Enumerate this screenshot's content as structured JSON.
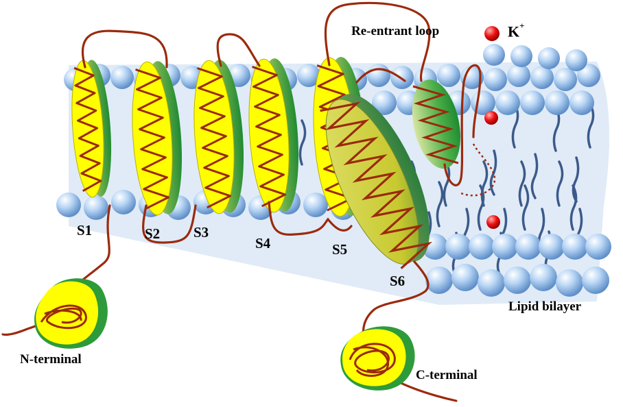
{
  "labels": {
    "segments": [
      "S1",
      "S2",
      "S3",
      "S4",
      "S5",
      "S6"
    ],
    "reentrant_loop": "Re-entrant loop",
    "ion": "K",
    "ion_charge": "+",
    "lipid_bilayer": "Lipid bilayer",
    "n_terminal": "N-terminal",
    "c_terminal": "C-terminal"
  },
  "colors": {
    "helix_front": "#ffff00",
    "helix_side": "#2e9b3a",
    "chain": "#9b2a0c",
    "lipid_head": "#a9cbef",
    "lipid_tail": "#3c5a8a",
    "membrane_fill": "#dde9f6",
    "ion": "#ee1111"
  }
}
